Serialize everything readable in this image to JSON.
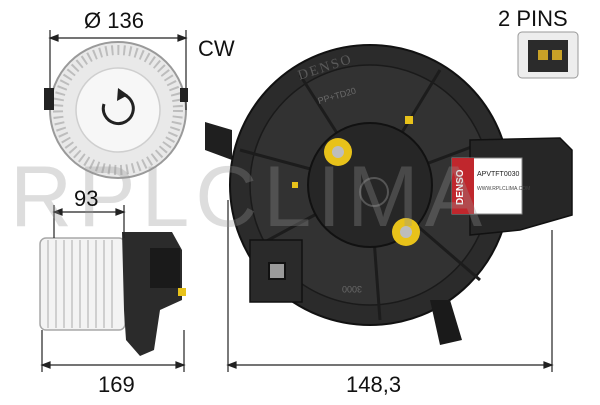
{
  "dimensions": {
    "top_diameter": "Ø 136",
    "rotation": "CW",
    "pins": "2 PINS",
    "side_height": "93",
    "side_width": "169",
    "motor_width": "148,3"
  },
  "labels": {
    "brand": "DENSO",
    "code": "PP+TD20",
    "sticker_brand": "DENSO",
    "sticker_code": "APVTFT0030",
    "sticker_url": "WWW.RPLCLIMA.COM",
    "part_no": "3000"
  },
  "watermark": "RPLCLIMA",
  "colors": {
    "plastic": "#2b2b2b",
    "plastic_dark": "#1a1a1a",
    "fan_white": "#f2f2f2",
    "accent_yellow": "#e8c21a",
    "sticker_red": "#c0272d"
  }
}
